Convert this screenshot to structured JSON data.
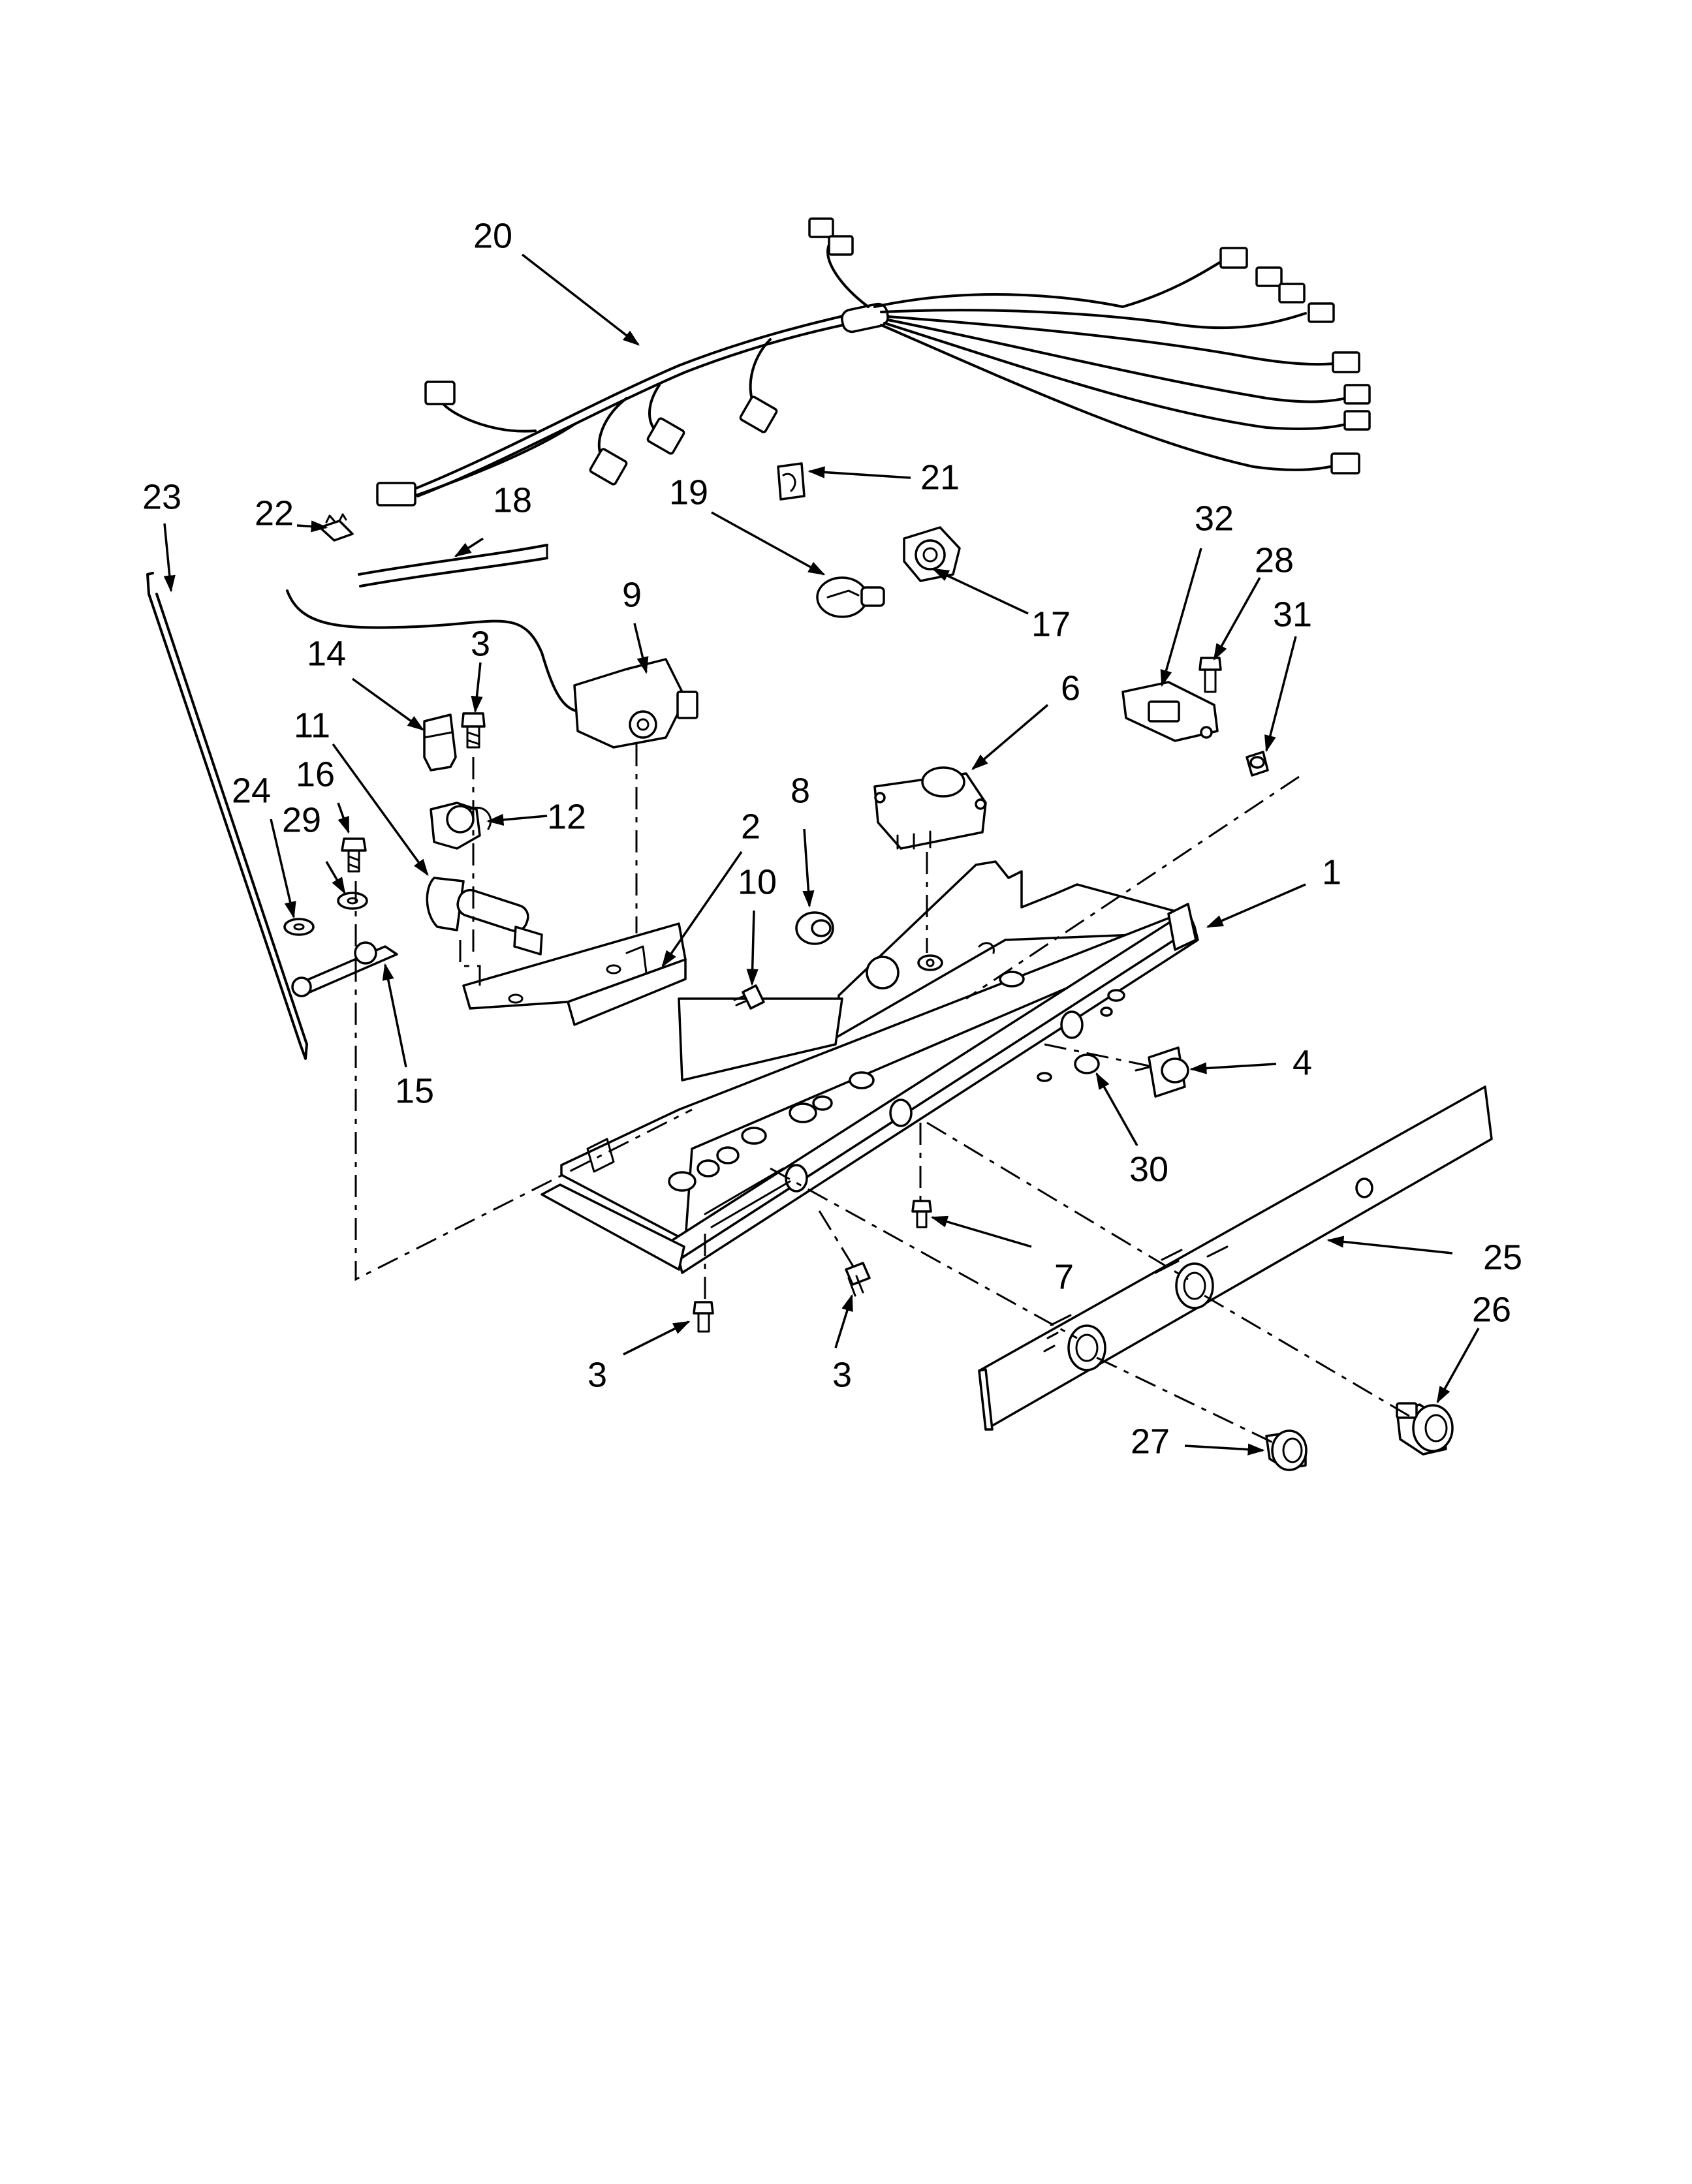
{
  "diagram": {
    "callouts": [
      {
        "id": "c1",
        "label": "1"
      },
      {
        "id": "c2",
        "label": "2"
      },
      {
        "id": "c3a",
        "label": "3"
      },
      {
        "id": "c3b",
        "label": "3"
      },
      {
        "id": "c3c",
        "label": "3"
      },
      {
        "id": "c4",
        "label": "4"
      },
      {
        "id": "c6",
        "label": "6"
      },
      {
        "id": "c7",
        "label": "7"
      },
      {
        "id": "c8",
        "label": "8"
      },
      {
        "id": "c9",
        "label": "9"
      },
      {
        "id": "c10",
        "label": "10"
      },
      {
        "id": "c11",
        "label": "11"
      },
      {
        "id": "c12",
        "label": "12"
      },
      {
        "id": "c14",
        "label": "14"
      },
      {
        "id": "c15",
        "label": "15"
      },
      {
        "id": "c16",
        "label": "16"
      },
      {
        "id": "c17",
        "label": "17"
      },
      {
        "id": "c18",
        "label": "18"
      },
      {
        "id": "c19",
        "label": "19"
      },
      {
        "id": "c20",
        "label": "20"
      },
      {
        "id": "c21",
        "label": "21"
      },
      {
        "id": "c22",
        "label": "22"
      },
      {
        "id": "c23",
        "label": "23"
      },
      {
        "id": "c24",
        "label": "24"
      },
      {
        "id": "c25",
        "label": "25"
      },
      {
        "id": "c26",
        "label": "26"
      },
      {
        "id": "c27",
        "label": "27"
      },
      {
        "id": "c28",
        "label": "28"
      },
      {
        "id": "c29",
        "label": "29"
      },
      {
        "id": "c30",
        "label": "30"
      },
      {
        "id": "c31",
        "label": "31"
      },
      {
        "id": "c32",
        "label": "32"
      }
    ]
  }
}
